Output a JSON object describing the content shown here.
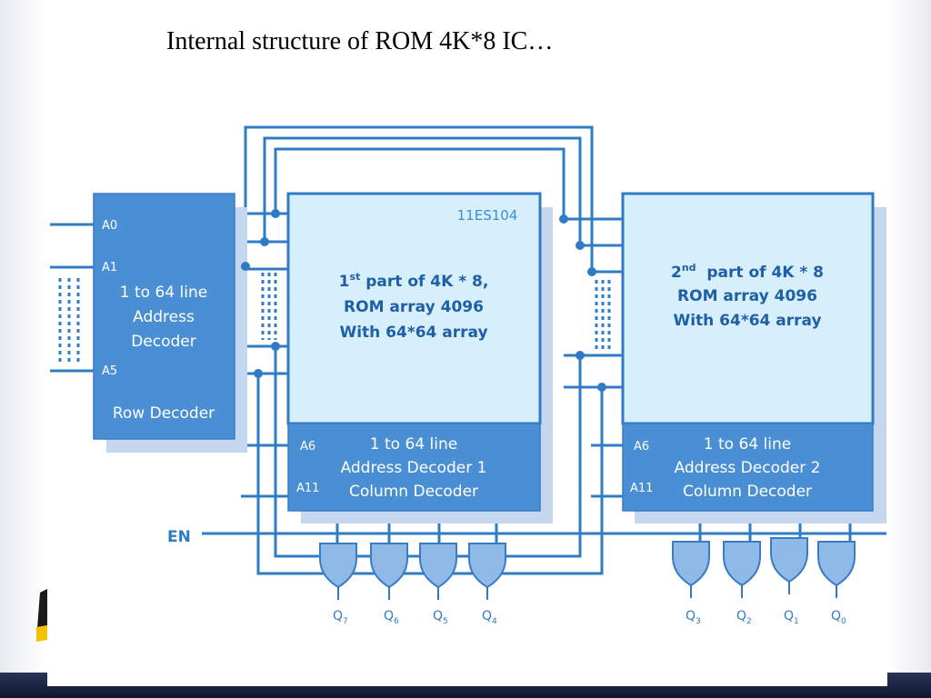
{
  "title": "Internal structure of ROM 4K*8 IC…",
  "row_decoder": {
    "pins": [
      "A0",
      "A1",
      "A5"
    ],
    "line1": "1 to 64 line",
    "line2": "Address",
    "line3": "Decoder",
    "caption": "Row Decoder"
  },
  "rom1": {
    "code": "11ES104",
    "ord_num": "1",
    "ord_sup": "st",
    "line1_rest": " part of 4K * 8,",
    "line2": "ROM array 4096",
    "line3": "With 64*64 array",
    "decoder_pins": [
      "A6",
      "A11"
    ],
    "decoder_line1": "1 to 64 line",
    "decoder_line2": "Address Decoder 1",
    "decoder_line3": "Column Decoder"
  },
  "rom2": {
    "ord_num": "2",
    "ord_sup": "nd",
    "line1_rest": "  part of 4K * 8",
    "line2": "ROM array 4096",
    "line3": "With 64*64 array",
    "decoder_pins": [
      "A6",
      "A11"
    ],
    "decoder_line1": "1 to 64 line",
    "decoder_line2": "Address Decoder 2",
    "decoder_line3": "Column Decoder"
  },
  "enable_label": "EN",
  "outputs": [
    {
      "main": "Q",
      "sub": "7"
    },
    {
      "main": "Q",
      "sub": "6"
    },
    {
      "main": "Q",
      "sub": "5"
    },
    {
      "main": "Q",
      "sub": "4"
    },
    {
      "main": "Q",
      "sub": "3"
    },
    {
      "main": "Q",
      "sub": "2"
    },
    {
      "main": "Q",
      "sub": "1"
    },
    {
      "main": "Q",
      "sub": "0"
    }
  ],
  "colors": {
    "wire": "#2f7bc4",
    "decoder_fill": "#4a8fd4",
    "rom_fill": "#d6effa",
    "gate_fill": "#8fb9e6"
  }
}
